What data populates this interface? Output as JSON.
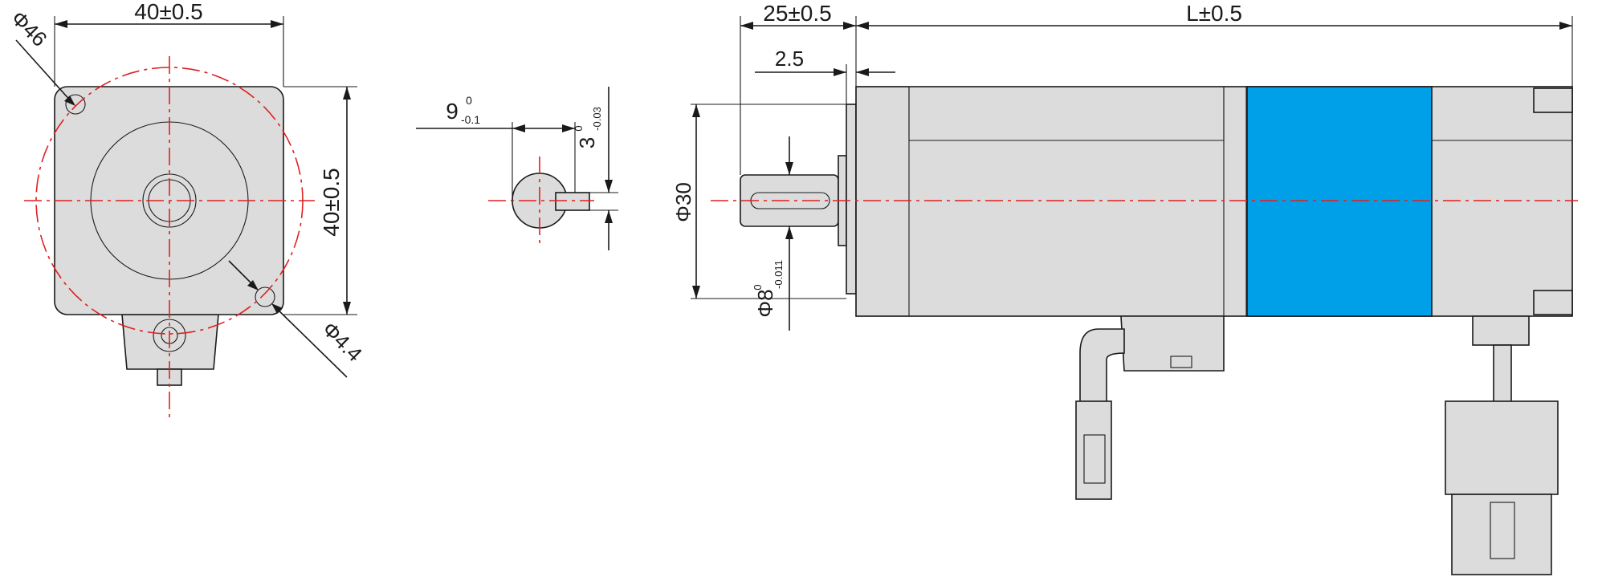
{
  "drawing": {
    "front_view": {
      "width_dim": "40±0.5",
      "height_dim": "40±0.5",
      "bolt_circle_dia": "Φ46",
      "hole_dia": "Φ4.4"
    },
    "shaft_section": {
      "key_width_nominal": "9",
      "key_width_upper": "0",
      "key_width_lower": "-0.1",
      "flat_depth_nominal": "3",
      "flat_depth_upper": "0",
      "flat_depth_lower": "-0.03"
    },
    "side_view": {
      "shaft_length": "25±0.5",
      "pilot_thickness": "2.5",
      "body_length": "L±0.5",
      "pilot_dia": "Φ30",
      "shaft_dia_nominal": "Φ8",
      "shaft_dia_upper": "0",
      "shaft_dia_lower": "-0.011"
    },
    "colors": {
      "body_fill": "#dcdcdc",
      "center_line": "#e02020",
      "band_accent": "#00a0e8"
    }
  }
}
